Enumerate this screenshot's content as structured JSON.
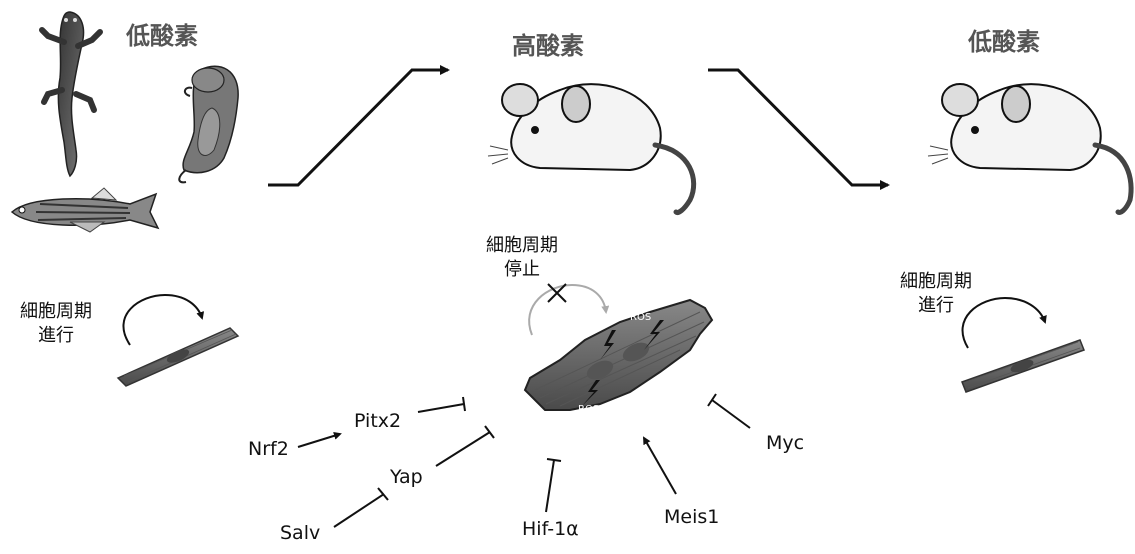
{
  "conditions": {
    "left_title": "低酸素",
    "middle_title": "高酸素",
    "right_title": "低酸素"
  },
  "cell_cycle": {
    "progress_label": "細胞周期\n進行",
    "arrest_label": "細胞周期\n停止"
  },
  "ros_label": "ROS",
  "factors": {
    "nrf2": "Nrf2",
    "pitx2": "Pitx2",
    "yap": "Yap",
    "salv": "Salv",
    "hif": "Hif-1α",
    "meis1": "Meis1",
    "myc": "Myc"
  },
  "icons": [
    "salamander-icon",
    "neonatal-mouse-icon",
    "zebrafish-icon",
    "mouse-icon",
    "cardiomyocyte-icon",
    "ros-lightning-icon"
  ]
}
